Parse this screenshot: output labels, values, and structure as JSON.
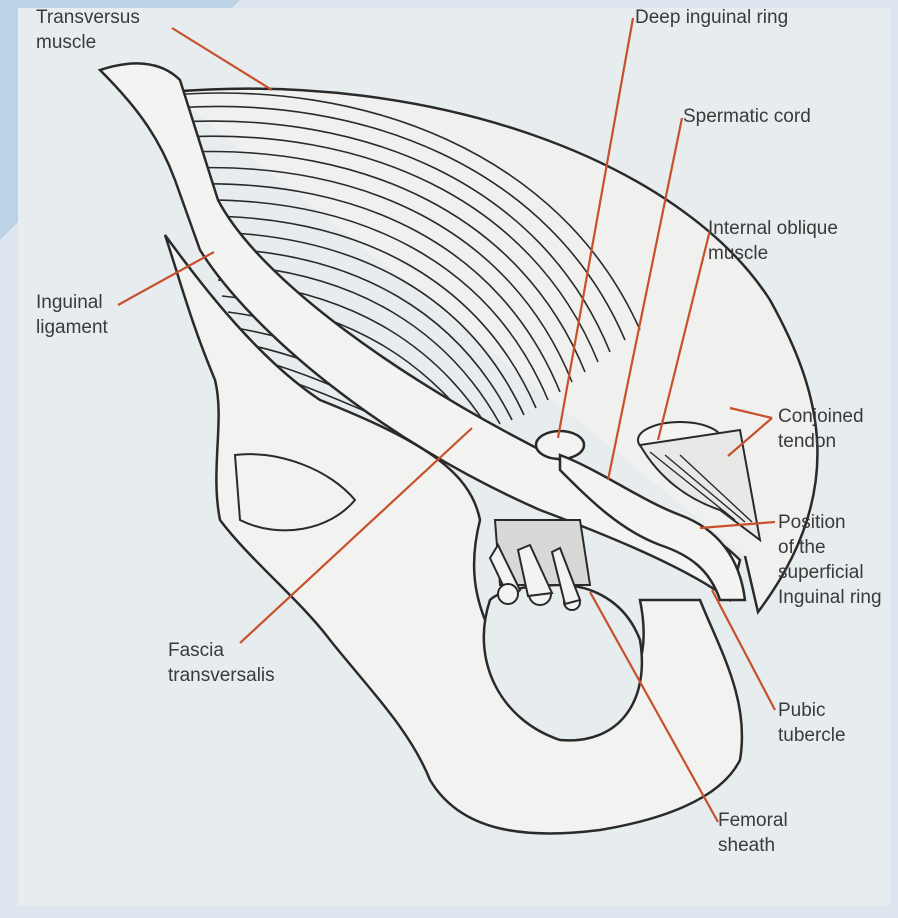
{
  "colors": {
    "background": "#dde6ee",
    "panel": "#e7ecef",
    "panel_corner": "#bcd2e6",
    "leader_line": "#c8502a",
    "ink": "#2a2a2a",
    "label_text": "#3a3a3a"
  },
  "labels": {
    "transversus_muscle": [
      "Transversus",
      "muscle"
    ],
    "deep_inguinal_ring": [
      "Deep inguinal ring"
    ],
    "spermatic_cord": [
      "Spermatic cord"
    ],
    "internal_oblique_muscle": [
      "Internal oblique",
      "muscle"
    ],
    "inguinal_ligament": [
      "Inguinal",
      "ligament"
    ],
    "conjoined_tendon": [
      "Conjoined",
      "tendon"
    ],
    "superficial_ring": [
      "Position",
      "of the",
      "superficial",
      "Inguinal ring"
    ],
    "fascia_transversalis": [
      "Fascia",
      "transversalis"
    ],
    "pubic_tubercle": [
      "Pubic",
      "tubercle"
    ],
    "femoral_sheath": [
      "Femoral",
      "sheath"
    ]
  }
}
